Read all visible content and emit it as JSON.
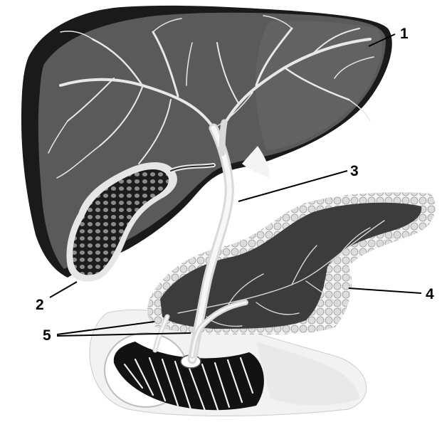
{
  "callouts": [
    {
      "label": "1"
    },
    {
      "label": "2"
    },
    {
      "label": "3"
    },
    {
      "label": "4"
    },
    {
      "label": "5"
    }
  ],
  "colors": {
    "liver_fill": "#5a5a5a",
    "liver_dark_edge": "#1a1a1a",
    "vessels": "#e8e8e8",
    "gallbladder": "#2a2a2a",
    "pancreas_fill": "#3c3c3c",
    "pancreas_lobules": "#e6e6e6",
    "duodenum_wall": "#f2f2f2",
    "duodenum_folds": "#111111"
  }
}
